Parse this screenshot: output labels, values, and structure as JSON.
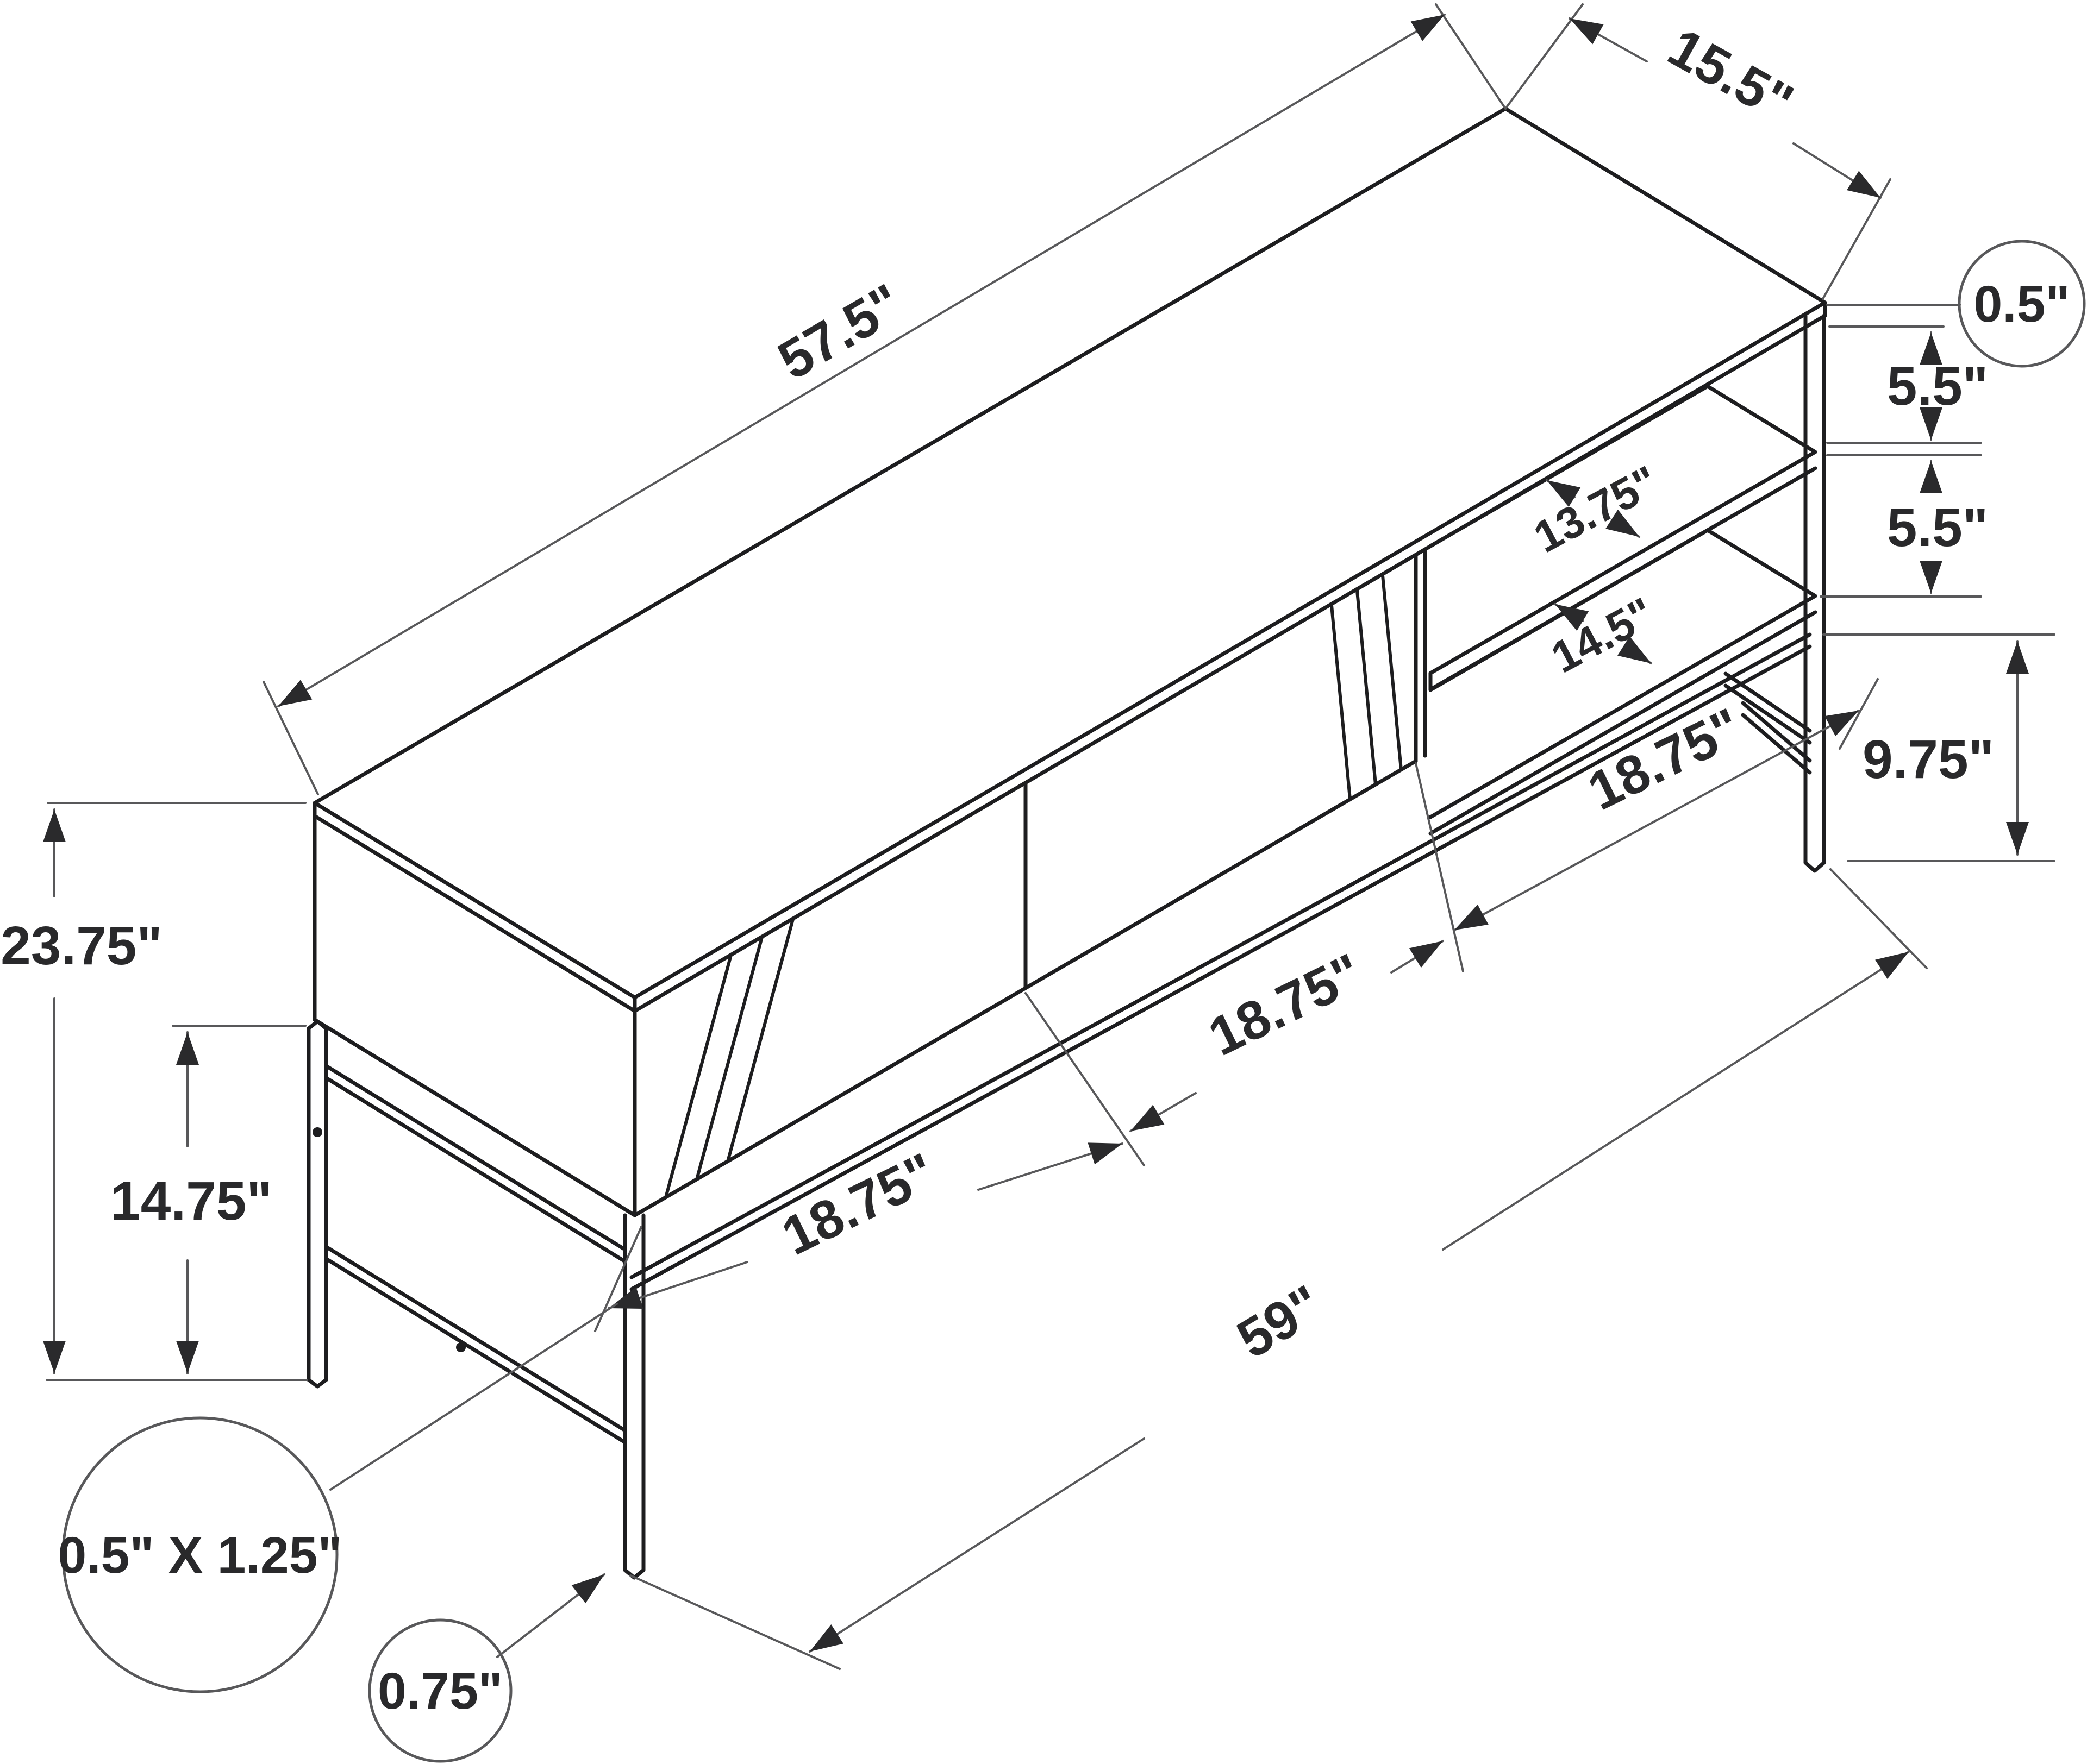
{
  "diagram": {
    "type": "isometric-dimension-diagram",
    "subject": "TV stand with two sliding doors, open shelving and metal frame",
    "unit": "inches",
    "labels": {
      "top_length": "57.5\"",
      "top_depth": "15.5\"",
      "top_thickness": "0.5\"",
      "top_to_shelf_gap": "5.5\"",
      "shelf_to_shelf_gap": "5.5\"",
      "upper_shelf_depth": "13.75\"",
      "lower_shelf_depth": "14.5\"",
      "open_bottom_height": "9.75\"",
      "door1_width": "18.75\"",
      "door2_width": "18.75\"",
      "open_section_width": "18.75\"",
      "overall_height": "23.75\"",
      "leg_height": "14.75\"",
      "overall_length": "59\"",
      "frame_tube_size": "0.5\" X 1.25\"",
      "leg_thickness": "0.75\""
    }
  }
}
